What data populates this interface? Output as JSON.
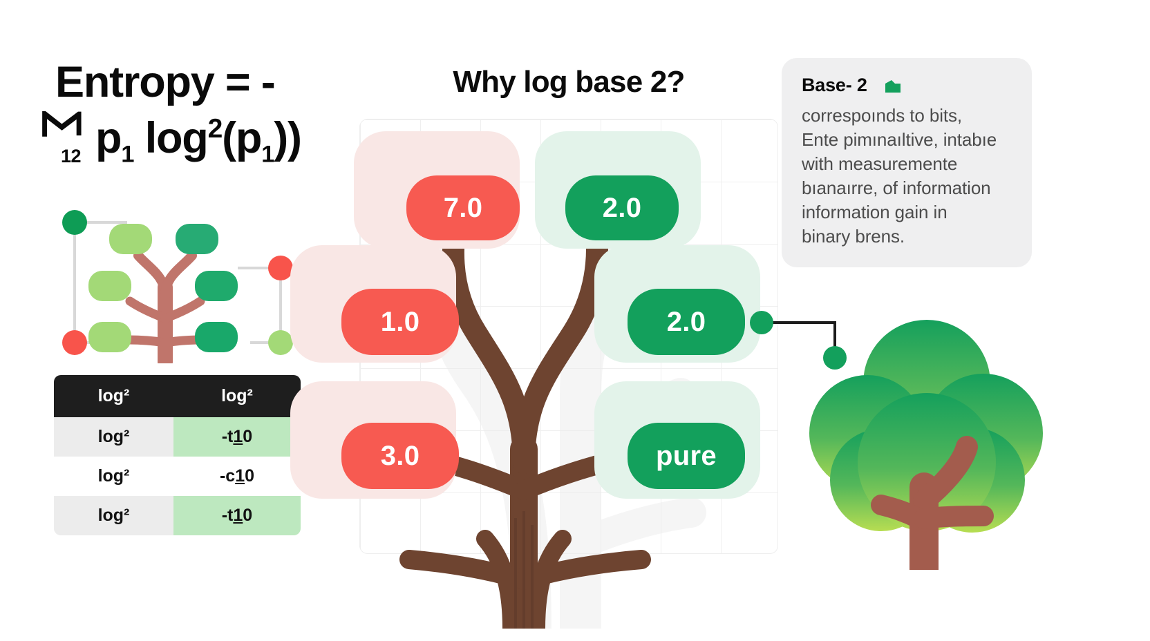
{
  "formula": {
    "line1": "Entropy = -",
    "sigma": "∑",
    "sigma_sub": "12",
    "term_p": "p",
    "term_p_sub": "1",
    "log_text": "log",
    "log_sup": "2",
    "open_paren": "(",
    "inner_p": "p",
    "inner_p_sub": "1",
    "close_parens": "))",
    "full": "Entropy = - ∑ 12 p₁ log²(p₁))"
  },
  "mini_tree": {
    "title": "decision-tree-diagram",
    "nodes": [
      {
        "name": "node-top-left-green",
        "color": "#0e9c55"
      },
      {
        "name": "node-bottom-left-red",
        "color": "#f8544b"
      },
      {
        "name": "node-right-red",
        "color": "#f8544b"
      },
      {
        "name": "node-right-light",
        "color": "#a3d977"
      }
    ],
    "leaf_colors": [
      "#a3d977",
      "#27ab74",
      "#a3d977",
      "#1faa6c",
      "#a3d977",
      "#19a86a"
    ],
    "trunk_color": "#c0756b"
  },
  "table": {
    "headers": [
      "log²",
      "log²"
    ],
    "rows": [
      {
        "c1": "log²",
        "c2_prefix": "-t",
        "c2_one": "1",
        "c2_suffix": "0",
        "highlight": true
      },
      {
        "c1": "log²",
        "c2_prefix": "-c",
        "c2_one": "1",
        "c2_suffix": "0",
        "highlight": false
      },
      {
        "c1": "log²",
        "c2_prefix": "-t",
        "c2_one": "1",
        "c2_suffix": "0",
        "highlight": true
      }
    ]
  },
  "center": {
    "title": "Why log base 2?",
    "pills": [
      {
        "name": "pill-7-0",
        "label": "7.0",
        "tone": "red"
      },
      {
        "name": "pill-2-0-top",
        "label": "2.0",
        "tone": "green"
      },
      {
        "name": "pill-1-0",
        "label": "1.0",
        "tone": "red"
      },
      {
        "name": "pill-2-0-mid",
        "label": "2.0",
        "tone": "green"
      },
      {
        "name": "pill-3-0",
        "label": "3.0",
        "tone": "red"
      },
      {
        "name": "pill-pure",
        "label": "pure",
        "tone": "green"
      }
    ],
    "trunk_color": "#6e4430",
    "shadow_color": "#eeeeee"
  },
  "info_card": {
    "title": "Base- 2",
    "icon": "leaf-icon",
    "icon_color": "#13a05c",
    "body_lines": [
      "correspoınds to bits,",
      "Ente pimınaıltive, intabıe",
      "with measuremente",
      "bıanaırre, of information",
      "information gain in",
      "binary brens."
    ],
    "body": "correspoınds to bits, Ente pimınaıltive, intabıe with measuremente bıanaırre, of information information gain in binary brens."
  },
  "right_graphic": {
    "connector_name": "node-connector-line",
    "dot_color": "#13a05c",
    "line_color": "#1c1c1c",
    "tree_top_color": "#15a05c",
    "tree_bottom_color": "#b7dd52",
    "tree_trunk_color": "#a35c4d"
  },
  "colors": {
    "red": "#f75a51",
    "green": "#13a05c",
    "dark": "#1e1e1e",
    "grid": "#efefef",
    "card_bg": "#efeff0"
  }
}
